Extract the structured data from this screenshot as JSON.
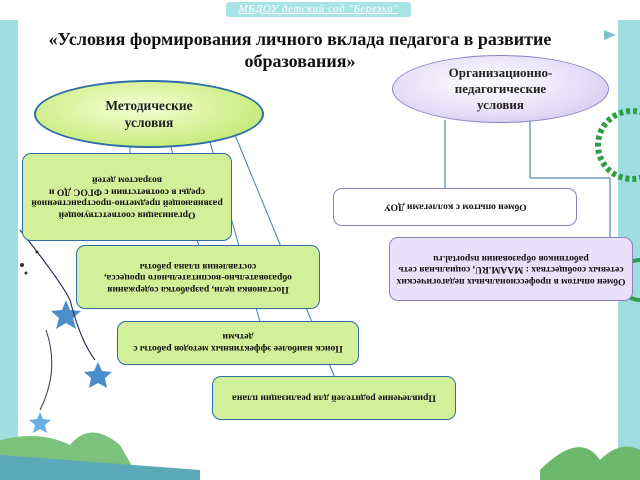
{
  "header": {
    "label": "МБДОУ детский сад \"Березка\""
  },
  "title": "«Условия формирования личного вклада педагога в развитие образования»",
  "nodes": {
    "methodical": "Методические условия",
    "organizational": "Организационно-педагогические условия"
  },
  "methodical_items": [
    "Организация соответствующей развивающей предметно-пространственной среды в соответствии с ФГОС ДО и возрастом детей",
    "Постановка цели, разработка содержания образовательно-воспитательного процесса, составления плана работы",
    "Поиск наиболее эффективных методов работы с детьми",
    "Привлечение родителей для реализации плана"
  ],
  "organizational_items": [
    "Обмен опытом с коллегами ДОУ",
    "Обмен опытом в профессиональных педагогических сетевых сообществах : МААМ.RU, социальная сеть работников образования nsportal.ru"
  ],
  "colors": {
    "green_fill": "#d2f09a",
    "blue_border": "#2c6ea7",
    "violet_fill": "#e4dcf7",
    "teal_band": "#8fd8dc"
  }
}
